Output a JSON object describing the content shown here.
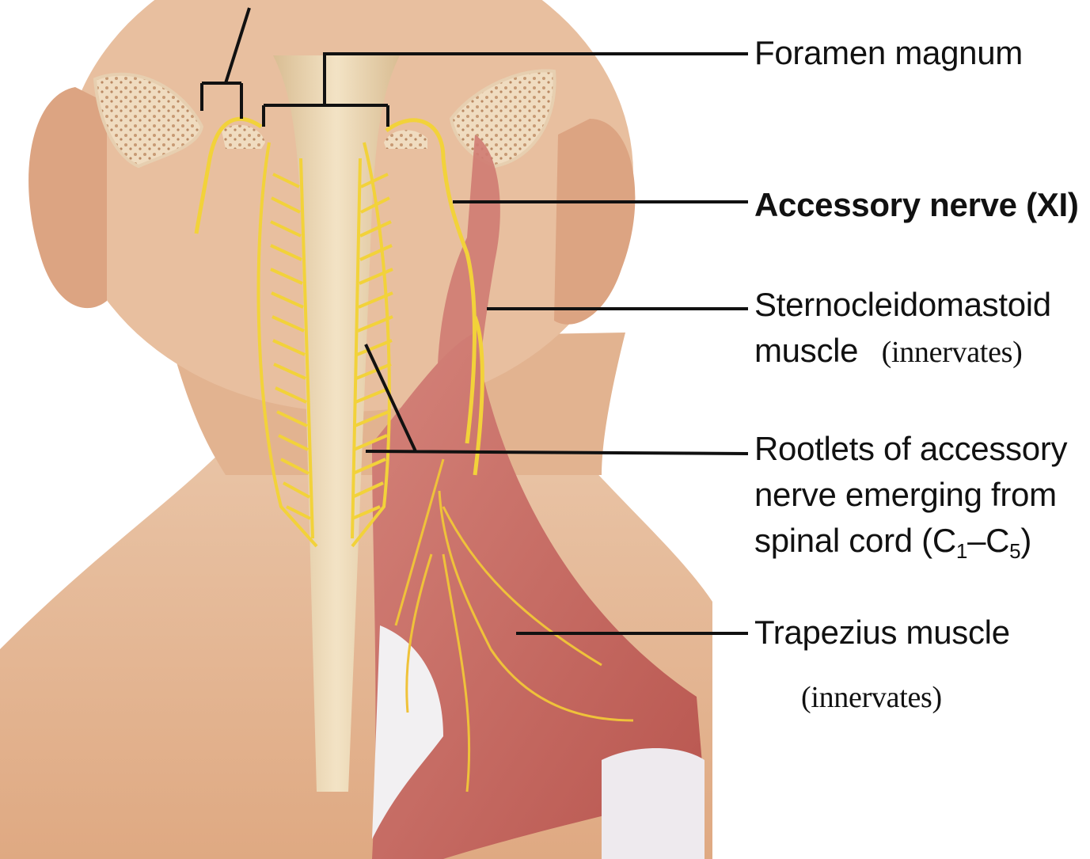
{
  "labels": {
    "foramen_magnum": "Foramen magnum",
    "accessory_nerve": "Accessory nerve (XI)",
    "sternocleidomastoid_line1": "Sternocleidomastoid",
    "sternocleidomastoid_line2": "muscle",
    "sternocleidomastoid_note": "(innervates)",
    "rootlets_line1": "Rootlets of accessory",
    "rootlets_line2": "nerve emerging from",
    "rootlets_line3_prefix": "spinal cord (C",
    "rootlets_sub1": "1",
    "rootlets_dash": "–C",
    "rootlets_sub2": "5",
    "rootlets_suffix": ")",
    "trapezius": "Trapezius muscle",
    "trapezius_note": "(innervates)"
  },
  "colors": {
    "skin": "#e6b998",
    "skin_shadow": "#d7a37f",
    "bone": "#f0dcc0",
    "muscle": "#c9685f",
    "nerve": "#f2d23a",
    "spinal_cord": "#ead3ad",
    "leader_line": "#111111"
  }
}
